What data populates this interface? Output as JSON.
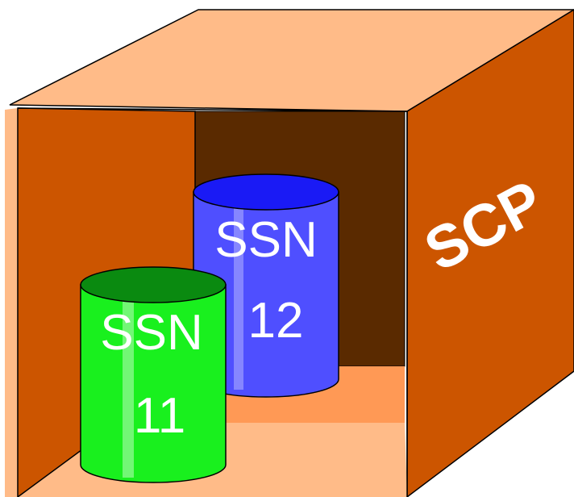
{
  "box": {
    "label": "SCP"
  },
  "cylinders": [
    {
      "line1": "SSN",
      "line2": "12",
      "color": "#4f4fff"
    },
    {
      "line1": "SSN",
      "line2": "11",
      "color": "#19f01e"
    }
  ],
  "colors": {
    "box_front_panel": "#cc5500",
    "box_top": "#ffbb88",
    "box_back_wall": "#5a2a00",
    "box_floor_back": "#ff9955",
    "box_floor_front": "#ffbb88",
    "cylinder_blue_top": "#1a1af5",
    "cylinder_green_top": "#0a8a10"
  }
}
